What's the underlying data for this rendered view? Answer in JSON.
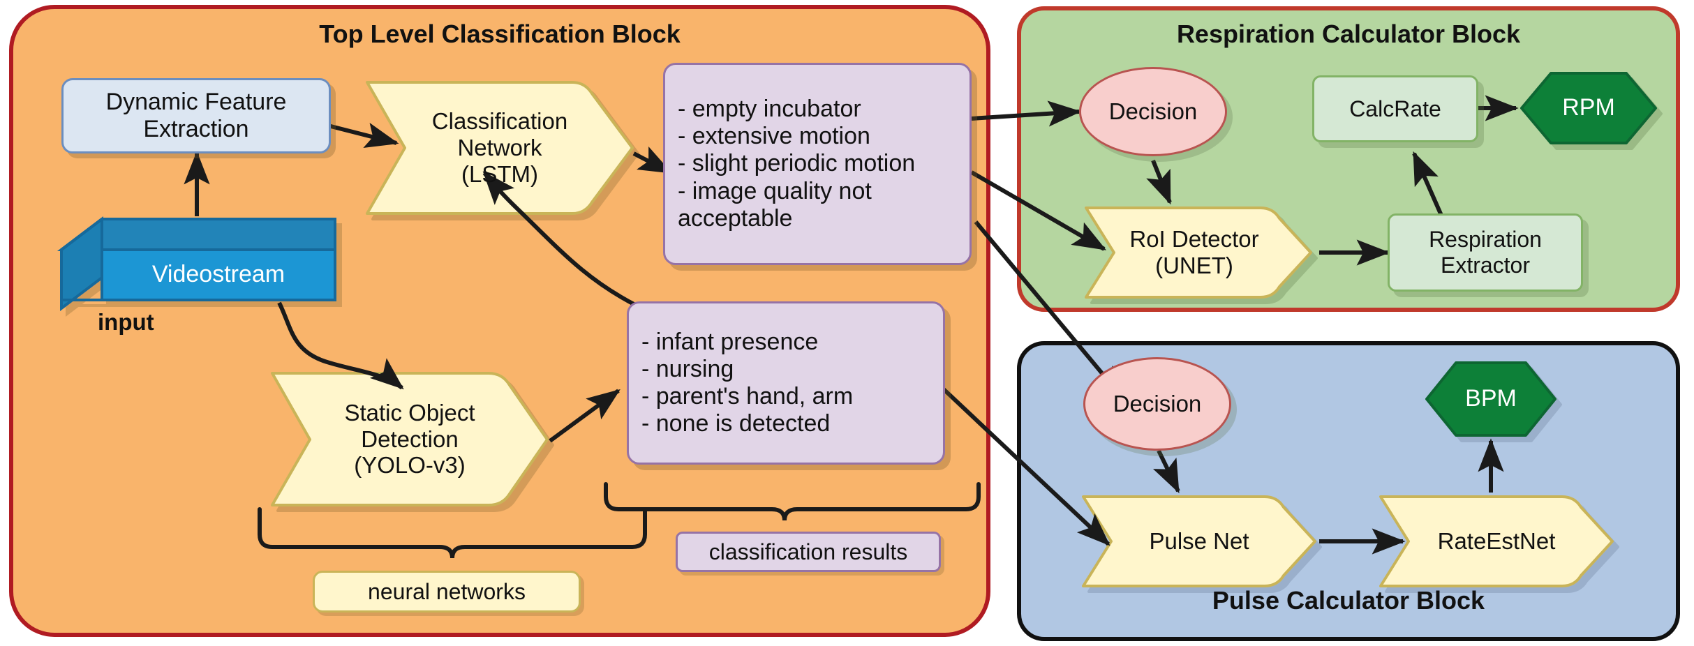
{
  "diagram": {
    "title_top": "Top Level Classification Block",
    "title_respiration": "Respiration Calculator Block",
    "title_pulse": "Pulse Calculator Block"
  },
  "top_block": {
    "dynamic_feature_extraction": "Dynamic Feature\nExtraction",
    "classification_network": "Classification\nNetwork\n(LSTM)",
    "videostream": "Videostream",
    "input_label": "input",
    "static_object_detection": "Static Object\nDetection\n(YOLO-v3)",
    "neural_networks_label": "neural networks",
    "classification_results_label": "classification results",
    "class_list_primary": [
      "- empty incubator",
      "- extensive motion",
      "- slight periodic motion",
      "- image quality not",
      "  acceptable"
    ],
    "class_list_secondary": [
      "- infant presence",
      "- nursing",
      "- parent's hand, arm",
      "- none is detected"
    ]
  },
  "respiration_block": {
    "decision": "Decision",
    "calc_rate": "CalcRate",
    "rpm": "RPM",
    "roi_detector": "RoI Detector\n(UNET)",
    "respiration_extractor": "Respiration\nExtractor"
  },
  "pulse_block": {
    "decision": "Decision",
    "bpm": "BPM",
    "pulse_net": "Pulse Net",
    "rate_est_net": "RateEstNet"
  },
  "colors": {
    "orange_fill": "#F9B46B",
    "orange_border": "#B01B22",
    "green_fill": "#B5D6A0",
    "green_border": "#C0392B",
    "blue_fill": "#B1C7E3",
    "blue_border": "#101010",
    "node_blue_fill": "#DCE6F2",
    "node_blue_border": "#6C8EBF",
    "node_yellow_fill": "#FFF6CC",
    "node_yellow_border": "#C9B458",
    "node_purple_fill": "#E1D5E7",
    "node_purple_border": "#9673A6",
    "node_pink_fill": "#F8CECC",
    "node_pink_border": "#B85450",
    "node_lightgreen_fill": "#D5E8D4",
    "node_lightgreen_border": "#82B366",
    "hex_green_fill": "#0E8038",
    "hex_green_border": "#116633",
    "videostream_fill": "#1B96D4",
    "videostream_border": "#12699B",
    "arrow": "#1A1A1A"
  }
}
